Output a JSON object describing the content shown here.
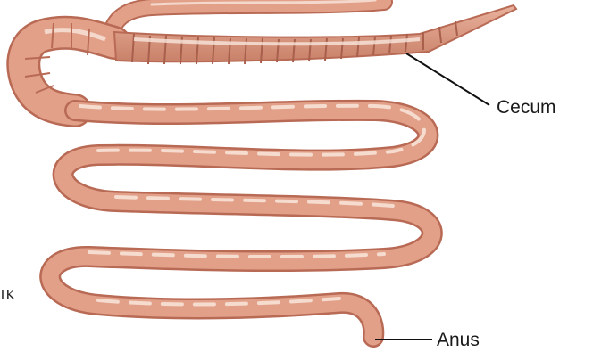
{
  "labels": {
    "cecum": "Cecum",
    "anus": "Anus",
    "edge_fragment": "IK"
  },
  "colors": {
    "intestine_fill": "#e2a089",
    "intestine_outline": "#b86a55",
    "intestine_shadow": "#c27a63",
    "highlight": "#f8e6dc",
    "leader_line": "#111111"
  }
}
